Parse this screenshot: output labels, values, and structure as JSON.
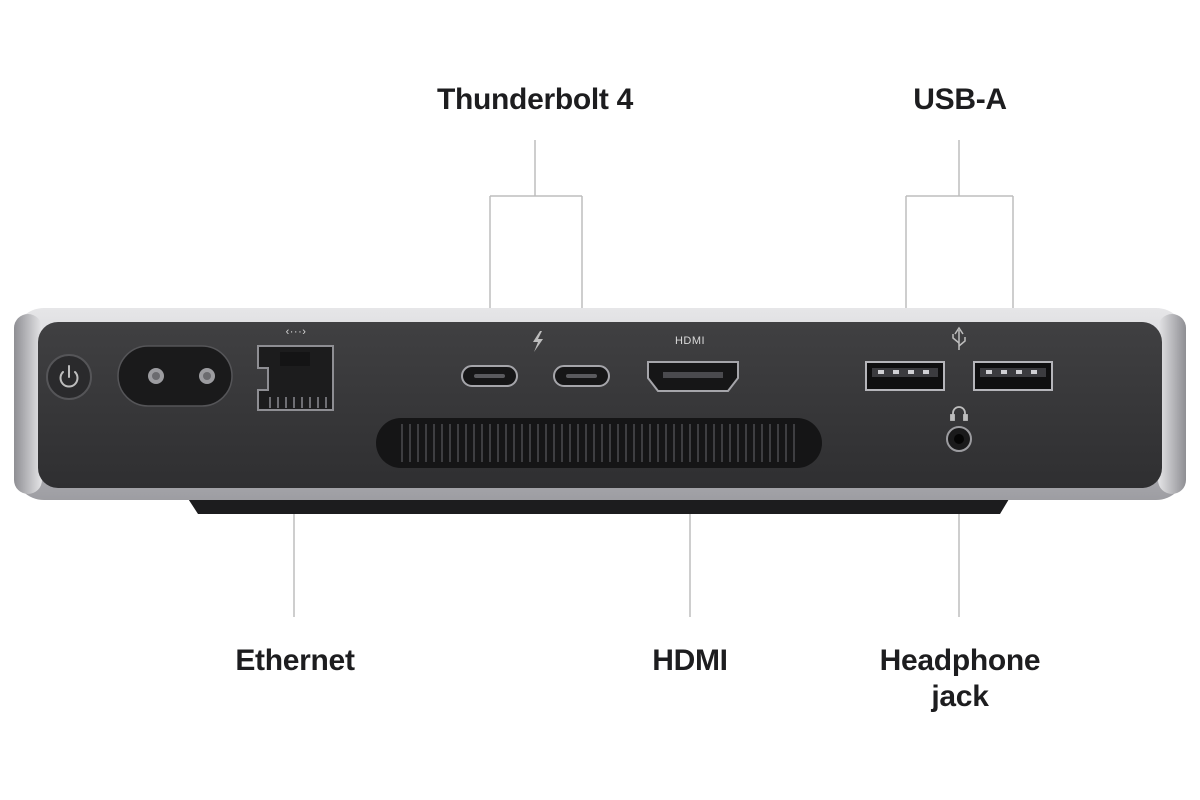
{
  "callouts": {
    "thunderbolt": "Thunderbolt 4",
    "usb_a": "USB-A",
    "ethernet": "Ethernet",
    "hdmi": "HDMI",
    "headphone_line1": "Headphone",
    "headphone_line2": "jack"
  },
  "panel_labels": {
    "hdmi": "HDMI",
    "ethernet_symbol": "‹···›"
  },
  "icons": [
    "power-icon",
    "thunderbolt-icon",
    "usb-icon",
    "headphones-icon",
    "ethernet-icon"
  ],
  "colors": {
    "panel": "#3a3a3c",
    "chassis": "#c7c7cc",
    "leader_line": "#bdbdbd",
    "label_text": "#1d1d1f"
  }
}
